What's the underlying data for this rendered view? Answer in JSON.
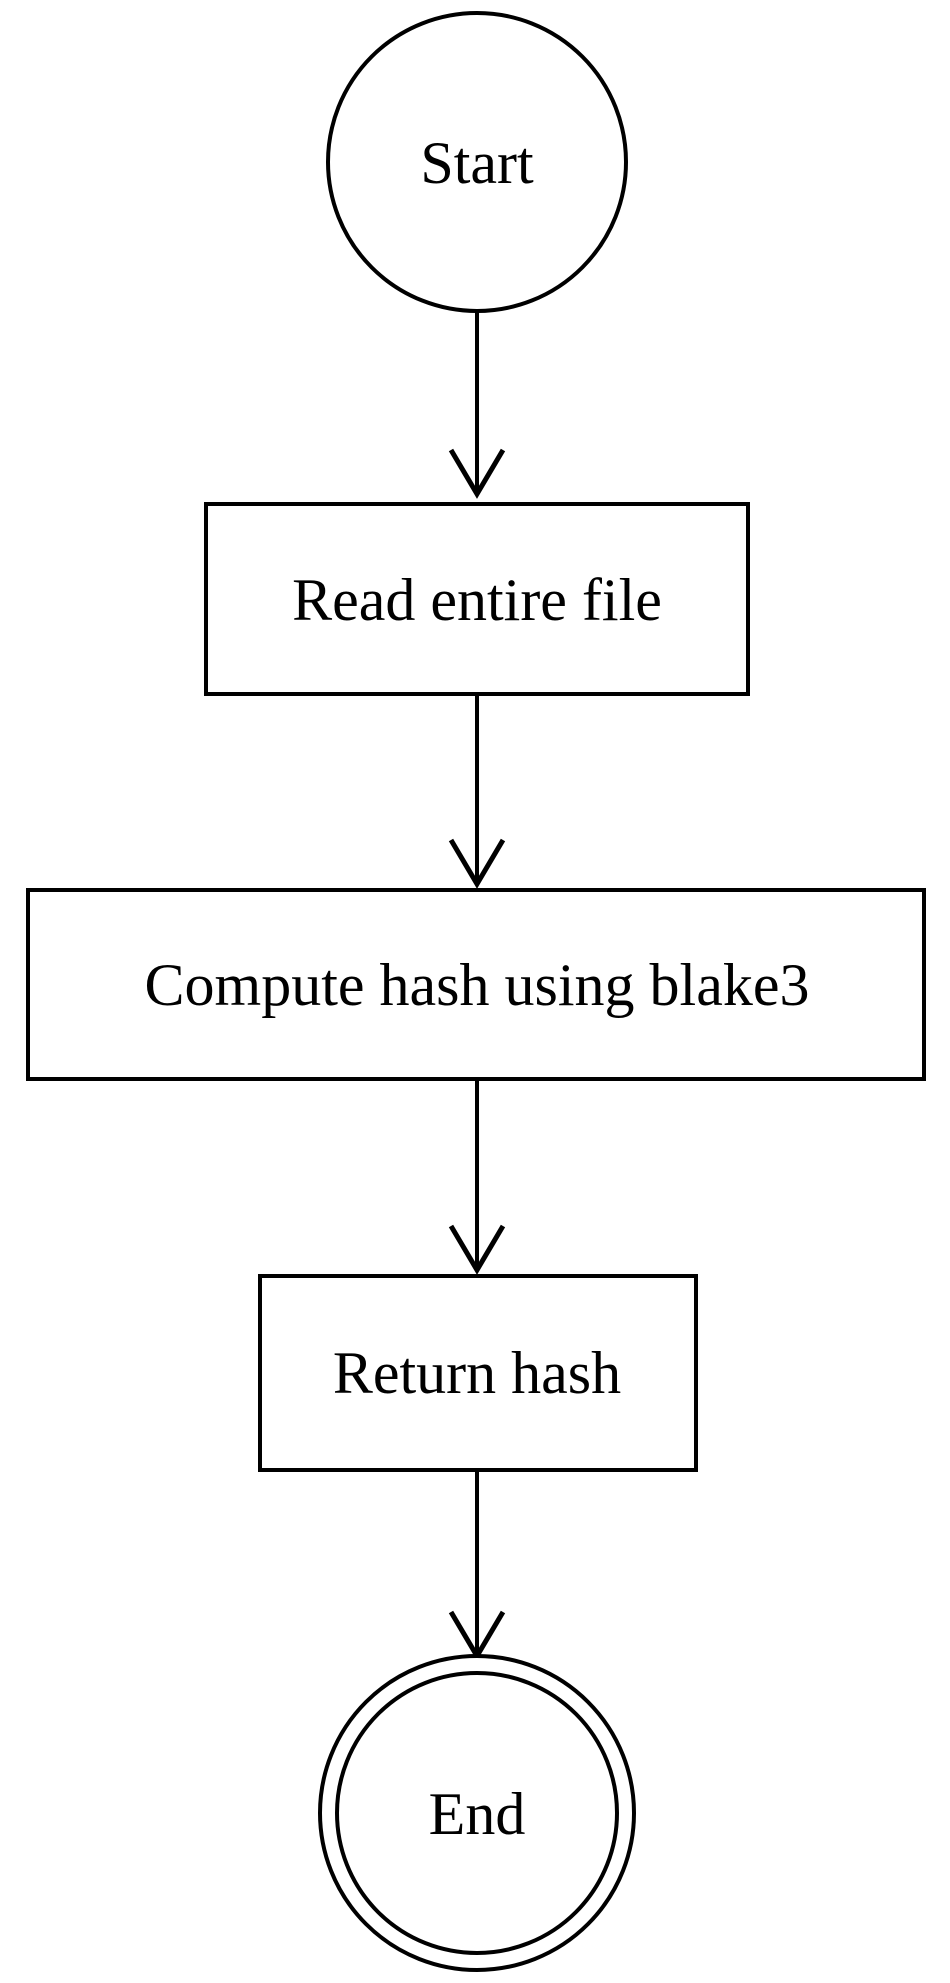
{
  "diagram": {
    "type": "flowchart",
    "nodes": [
      {
        "id": "start",
        "shape": "circle",
        "label": "Start"
      },
      {
        "id": "read",
        "shape": "rectangle",
        "label": "Read entire file"
      },
      {
        "id": "compute",
        "shape": "rectangle",
        "label": "Compute hash using blake3"
      },
      {
        "id": "return",
        "shape": "rectangle",
        "label": "Return hash"
      },
      {
        "id": "end",
        "shape": "double-circle",
        "label": "End"
      }
    ],
    "edges": [
      {
        "from": "start",
        "to": "read"
      },
      {
        "from": "read",
        "to": "compute"
      },
      {
        "from": "compute",
        "to": "return"
      },
      {
        "from": "return",
        "to": "end"
      }
    ],
    "colors": {
      "stroke": "#000000",
      "fill": "#ffffff",
      "text": "#000000"
    }
  }
}
